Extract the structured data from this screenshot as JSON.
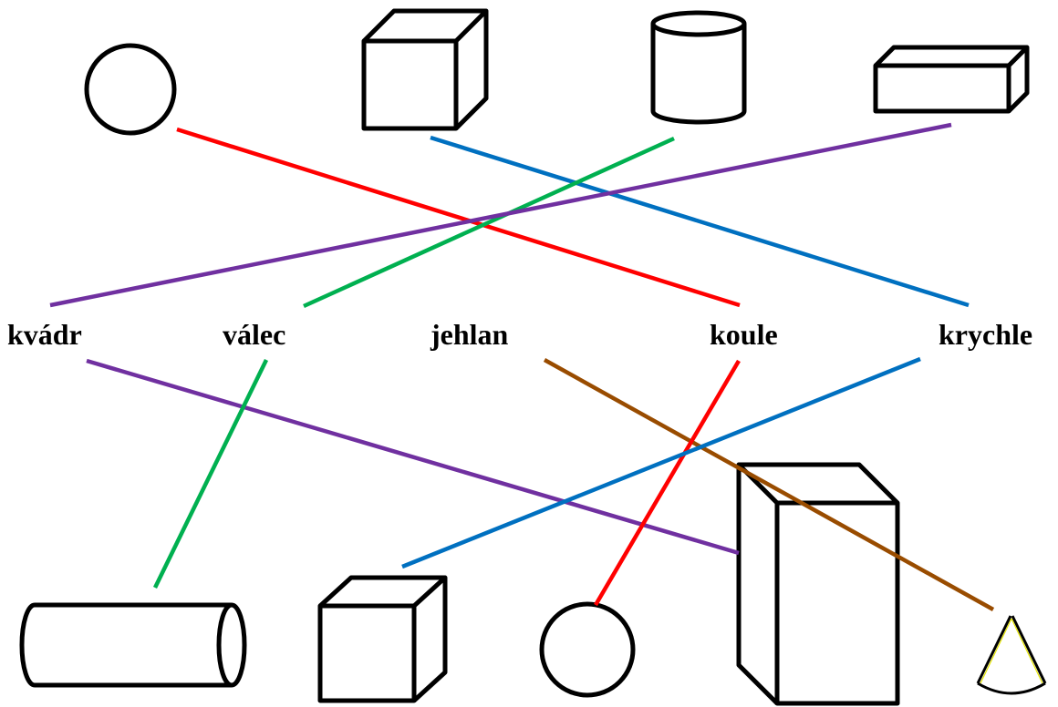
{
  "labels": {
    "kvadr": "kvádr",
    "valec": "válec",
    "jehlan": "jehlan",
    "koule": "koule",
    "krychle": "krychle"
  },
  "colors": {
    "red": "#ff0000",
    "blue": "#0070c0",
    "green": "#00b050",
    "purple": "#7030a0",
    "brown": "#994c00",
    "outline": "#000000"
  },
  "shapes_top": [
    "sphere-icon",
    "cube-icon",
    "cylinder-icon",
    "cuboid-icon"
  ],
  "shapes_bottom": [
    "lying-cylinder-icon",
    "cube-icon",
    "sphere-icon",
    "tall-cuboid-icon",
    "cone-icon"
  ],
  "connections": [
    {
      "from": "sphere (top)",
      "to": "koule",
      "color": "red"
    },
    {
      "from": "cube (top)",
      "to": "krychle",
      "color": "blue"
    },
    {
      "from": "cylinder (top)",
      "to": "válec",
      "color": "green"
    },
    {
      "from": "cuboid (top)",
      "to": "kvádr",
      "color": "purple"
    },
    {
      "from": "kvádr",
      "to": "tall cuboid (bottom)",
      "color": "purple"
    },
    {
      "from": "válec",
      "to": "lying cylinder (bottom)",
      "color": "green"
    },
    {
      "from": "jehlan",
      "to": "cone (bottom)",
      "color": "brown"
    },
    {
      "from": "koule",
      "to": "sphere (bottom)",
      "color": "red"
    },
    {
      "from": "krychle",
      "to": "cube (bottom)",
      "color": "blue"
    }
  ]
}
